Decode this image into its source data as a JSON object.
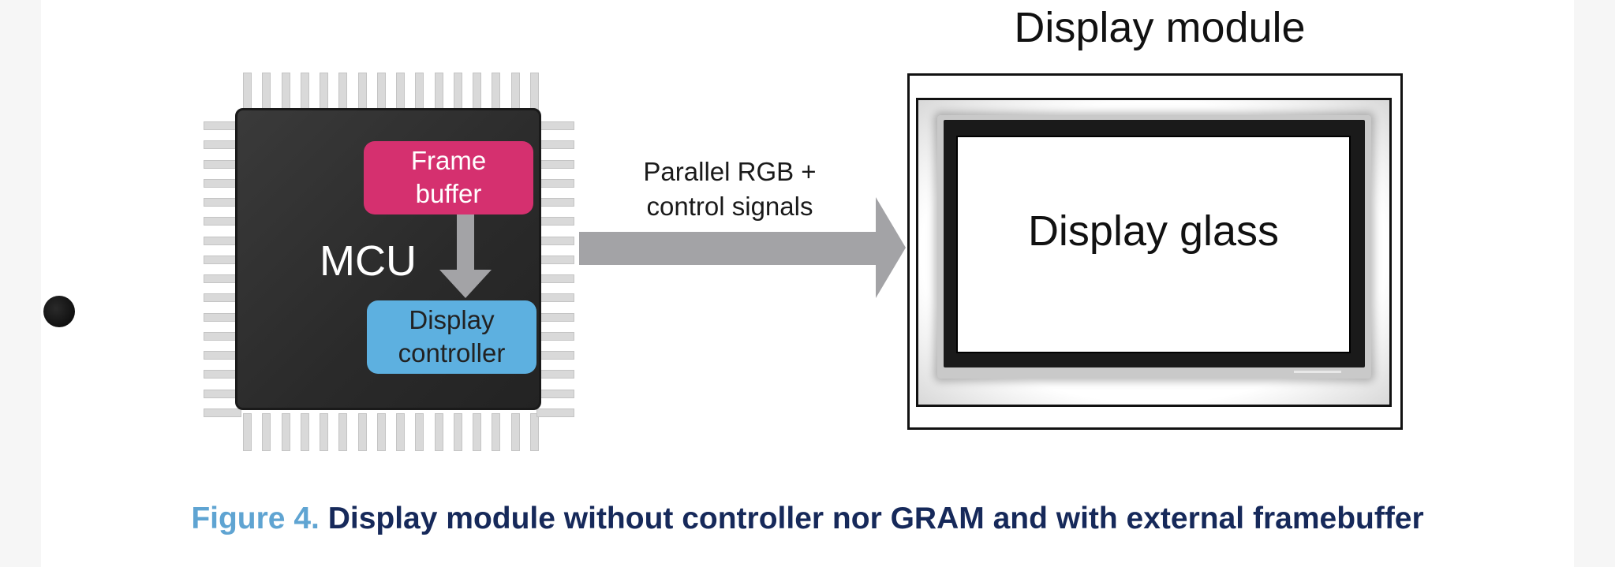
{
  "mcu": {
    "label": "MCU",
    "frame_buffer_label": [
      "Frame",
      "buffer"
    ],
    "display_controller_label": [
      "Display",
      "controller"
    ]
  },
  "connection": {
    "label": [
      "Parallel RGB +",
      "control signals"
    ]
  },
  "display_module": {
    "title": "Display module",
    "glass_label": "Display glass"
  },
  "caption": {
    "figure_number": "Figure 4.",
    "text": "Display module without controller nor GRAM and with external framebuffer"
  },
  "colors": {
    "frame_buffer": "#d5306f",
    "display_controller": "#5db0e0",
    "arrow": "#a3a3a6",
    "caption_number": "#5fa4d2",
    "caption_text": "#16295a"
  }
}
